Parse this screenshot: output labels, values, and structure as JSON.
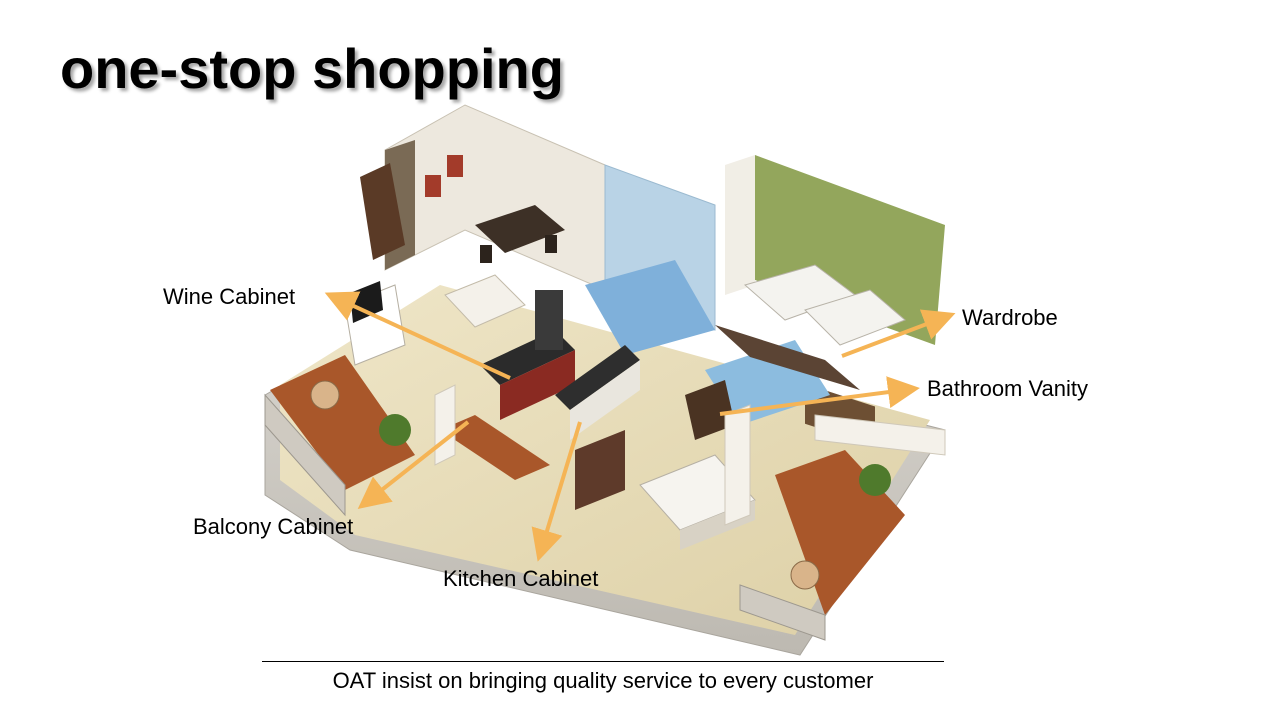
{
  "title": "one-stop shopping",
  "callouts": {
    "wine_cabinet": "Wine Cabinet",
    "wardrobe": "Wardrobe",
    "bathroom_vanity": "Bathroom Vanity",
    "balcony_cabinet": "Balcony Cabinet",
    "kitchen_cabinet": "Kitchen Cabinet"
  },
  "footer": "OAT insist on bringing quality service to every customer",
  "colors": {
    "arrow": "#f5b455",
    "floor": "#e9dfbf",
    "wall": "#f2efe8",
    "tile": "#a9cbe6",
    "green_wall": "#8fa25a",
    "balcony": "#a8582c"
  }
}
